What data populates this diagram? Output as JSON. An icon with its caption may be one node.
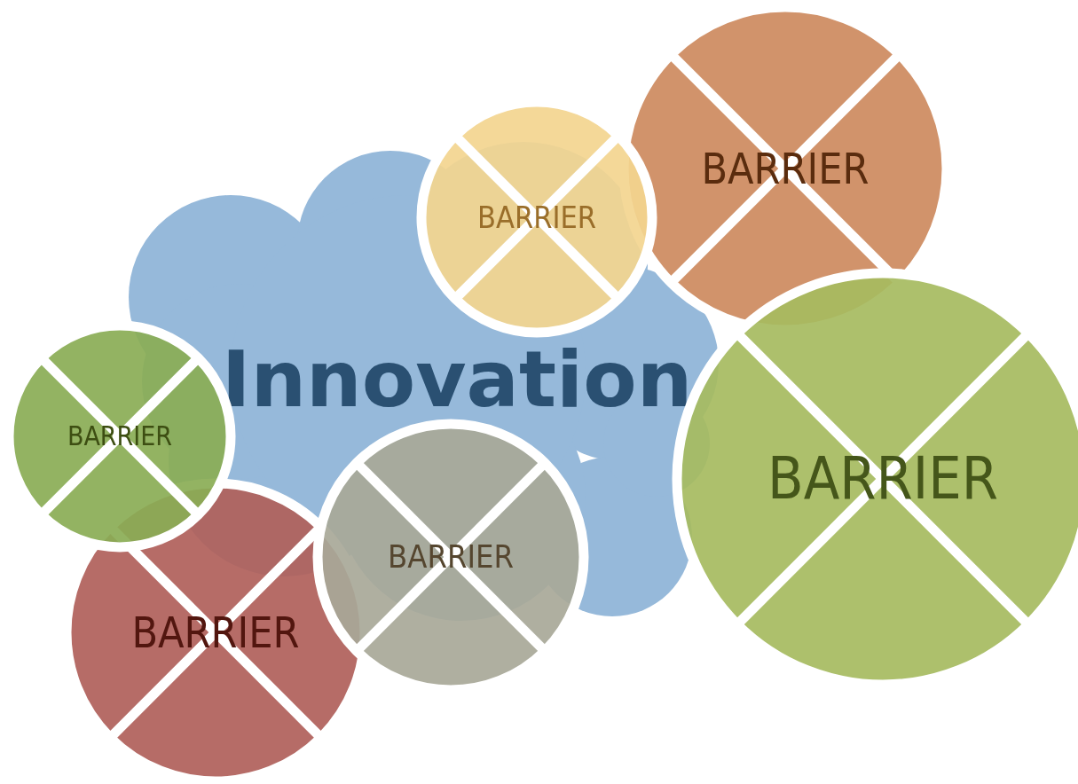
{
  "diagram": {
    "nodes": [
      {
        "text": [
          "Innovation"
        ]
      },
      {
        "text": [
          "BARRIER"
        ]
      },
      {
        "text": [
          "BARRIER"
        ]
      },
      {
        "text": [
          "BARRIER"
        ]
      },
      {
        "text": [
          "BARRIER"
        ]
      },
      {
        "text": [
          "BARRIER"
        ]
      },
      {
        "text": [
          "BARRIER"
        ]
      }
    ]
  }
}
